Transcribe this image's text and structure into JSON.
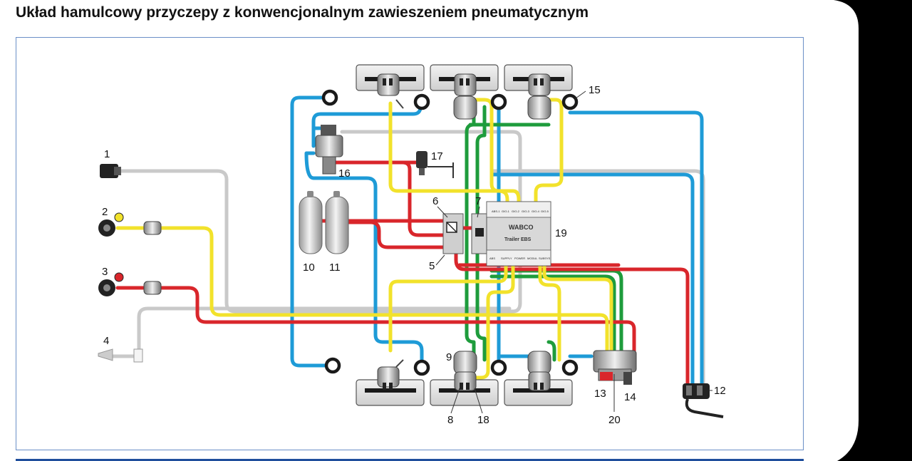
{
  "title": "Układ hamulcowy przyczepy z konwencjonalnym zawieszeniem pneumatycznym",
  "labels": {
    "n1": "1",
    "n2": "2",
    "n3": "3",
    "n4": "4",
    "n5": "5",
    "n6": "6",
    "n7": "7",
    "n8": "8",
    "n9": "9",
    "n10": "10",
    "n11": "11",
    "n12": "12",
    "n13": "13",
    "n14": "14",
    "n15": "15",
    "n16": "16",
    "n17": "17",
    "n18": "18",
    "n19": "19",
    "n20": "20"
  },
  "ecu": {
    "brand": "WABCO",
    "model": "Trailer EBS",
    "ports_top": [
      "ABS-1",
      "GIO-1",
      "GIO-2",
      "GIO-3",
      "GIO-4",
      "GIO-5"
    ],
    "ports_bottom": [
      "ABS",
      "SUPPLY",
      "POWER",
      "MODUL",
      "SUBSYS"
    ]
  },
  "colors": {
    "supply_line": "#d9262b",
    "control_line": "#f2e22b",
    "air_suspension_line": "#1e9bd7",
    "sensor_line": "#1e9c3c",
    "electric_line": "#c8c8c8",
    "frame_border": "#6b8fc7",
    "bottom_rule": "#1f4e9c"
  }
}
